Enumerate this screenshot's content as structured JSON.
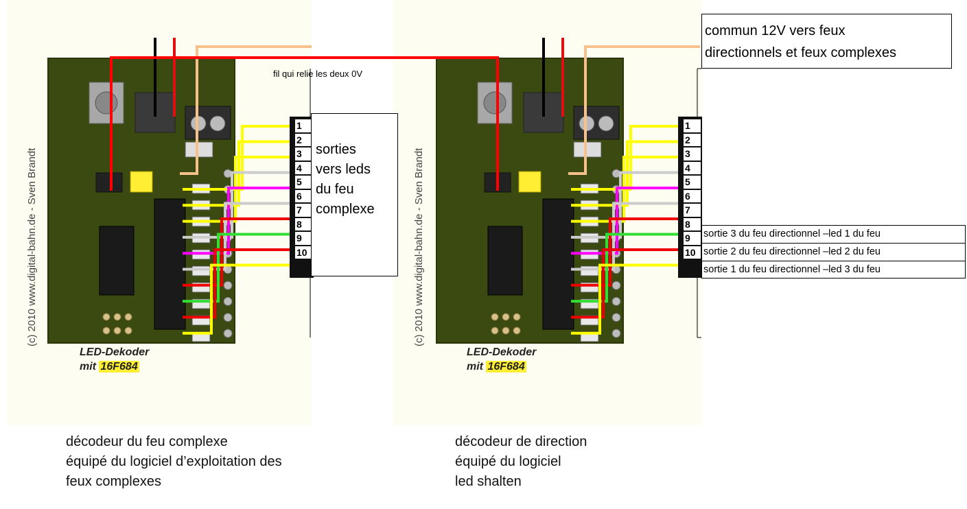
{
  "left_decoder": {
    "copyright": "(c) 2010 www.digital-bahn.de - Sven Brandt",
    "title_line1": "LED-Dekoder",
    "title_prefix": "mit",
    "title_chip": "16F684",
    "pins": [
      "1",
      "2",
      "3",
      "4",
      "5",
      "6",
      "7",
      "8",
      "9",
      "10"
    ]
  },
  "right_decoder": {
    "copyright": "(c) 2010 www.digital-bahn.de - Sven Brandt",
    "title_line1": "LED-Dekoder",
    "title_prefix": "mit",
    "title_chip": "16F684",
    "pins": [
      "1",
      "2",
      "3",
      "4",
      "5",
      "6",
      "7",
      "8",
      "9",
      "10"
    ]
  },
  "annotations": {
    "common_0v_wire": "fil qui relie les deux 0V",
    "outputs_box": [
      "sorties",
      "vers leds",
      "du feu",
      "complexe"
    ],
    "common_12v_box": [
      "commun 12V vers feux",
      "directionnels et feux complexes"
    ],
    "direction_outputs": [
      "sortie 3 du feu directionnel –led 1 du feu",
      "sortie 2 du feu directionnel –led 2 du feu",
      "sortie 1 du feu directionnel –led 3 du feu"
    ]
  },
  "captions": {
    "left": [
      "décodeur du feu complexe",
      "équipé du logiciel d’exploitation des",
      "feux complexes"
    ],
    "right": [
      "décodeur de direction",
      "équipé du logiciel",
      "led shalten"
    ]
  },
  "colors": {
    "pcb": "#3a4a10",
    "wire_common_0v": "#ff0000",
    "wire_power_plus": "#e01010",
    "wire_power_minus": "#000000",
    "wire_orange": "#f8c08a",
    "wire_yellow": "#ffff00",
    "wire_grey": "#cccccc",
    "wire_magenta": "#ff00ff",
    "wire_red": "#ee0000",
    "wire_green": "#33dd33",
    "chip_label_bg": "#ffee33"
  }
}
